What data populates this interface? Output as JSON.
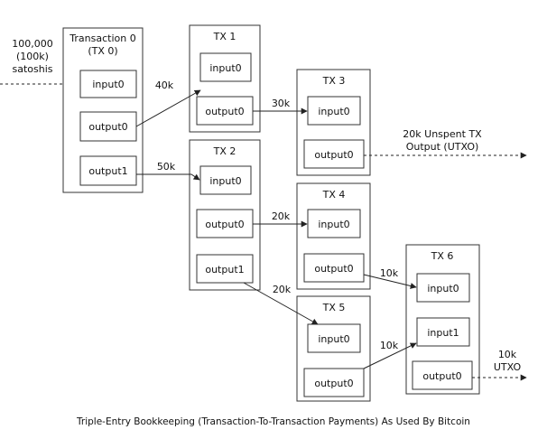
{
  "source": {
    "amount": "100,000",
    "amount_short": "(100k)",
    "unit": "satoshis"
  },
  "tx0": {
    "title": "Transaction 0",
    "subtitle": "(TX 0)",
    "input0": "input0",
    "output0": "output0",
    "output1": "output1"
  },
  "tx1": {
    "title": "TX 1",
    "input0": "input0",
    "output0": "output0"
  },
  "tx2": {
    "title": "TX 2",
    "input0": "input0",
    "output0": "output0",
    "output1": "output1"
  },
  "tx3": {
    "title": "TX 3",
    "input0": "input0",
    "output0": "output0"
  },
  "tx4": {
    "title": "TX 4",
    "input0": "input0",
    "output0": "output0"
  },
  "tx5": {
    "title": "TX 5",
    "input0": "input0",
    "output0": "output0"
  },
  "tx6": {
    "title": "TX 6",
    "input0": "input0",
    "input1": "input1",
    "output0": "output0"
  },
  "edges": {
    "tx0_o0_tx1": "40k",
    "tx0_o1_tx2": "50k",
    "tx1_o0_tx3": "30k",
    "tx2_o0_tx4": "20k",
    "tx2_o1_tx5": "20k",
    "tx4_o0_tx6": "10k",
    "tx5_o0_tx6": "10k"
  },
  "utxo3": {
    "line1": "20k Unspent TX",
    "line2": "Output (UTXO)"
  },
  "utxo6": {
    "line1": "10k",
    "line2": "UTXO"
  },
  "caption": "Triple-Entry Bookkeeping (Transaction-To-Transaction Payments) As Used By Bitcoin"
}
